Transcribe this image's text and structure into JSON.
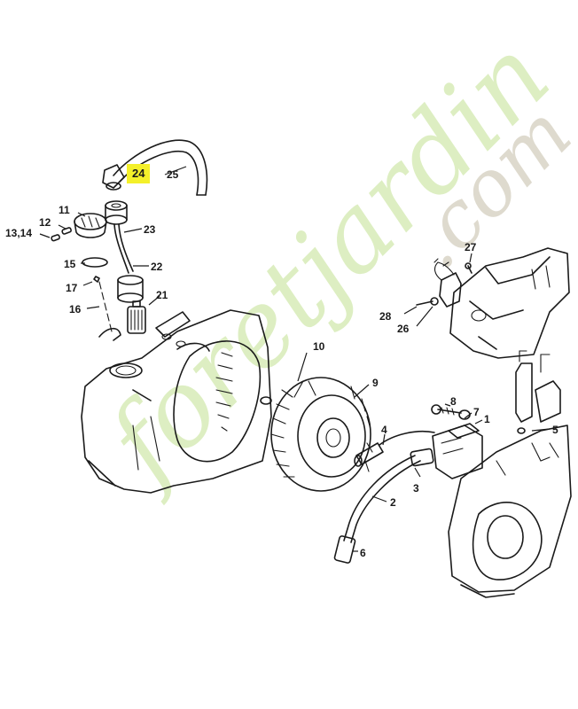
{
  "watermark": {
    "name": "foretjardin",
    "tld": ".com",
    "color_main": "#d8ecb8",
    "color_tld": "#d9d4c6"
  },
  "highlight_color": "#f4f02a",
  "callouts": {
    "c1": "1",
    "c2": "2",
    "c3": "3",
    "c4": "4",
    "c5": "5",
    "c6": "6",
    "c7": "7",
    "c8": "8",
    "c9": "9",
    "c10": "10",
    "c11": "11",
    "c12": "12",
    "c13_14": "13,14",
    "c15": "15",
    "c16": "16",
    "c17": "17",
    "c21": "21",
    "c22": "22",
    "c23": "23",
    "c24": "24",
    "c25": "25",
    "c26": "26",
    "c27": "27",
    "c28": "28"
  }
}
